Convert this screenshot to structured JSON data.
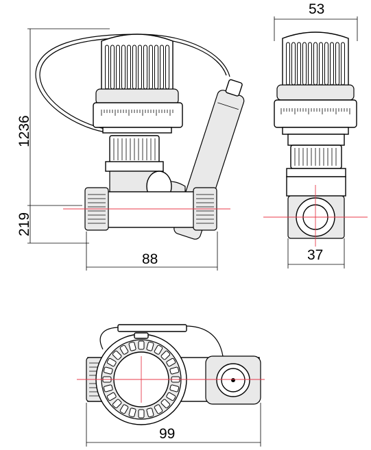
{
  "dimensions": {
    "top_width": "53",
    "total_height": "1236",
    "lower_height": "219",
    "front_width": "88",
    "side_width": "37",
    "plan_width": "99"
  },
  "colors": {
    "outline": "#000000",
    "axis": "#e8394a",
    "background": "#ffffff"
  }
}
